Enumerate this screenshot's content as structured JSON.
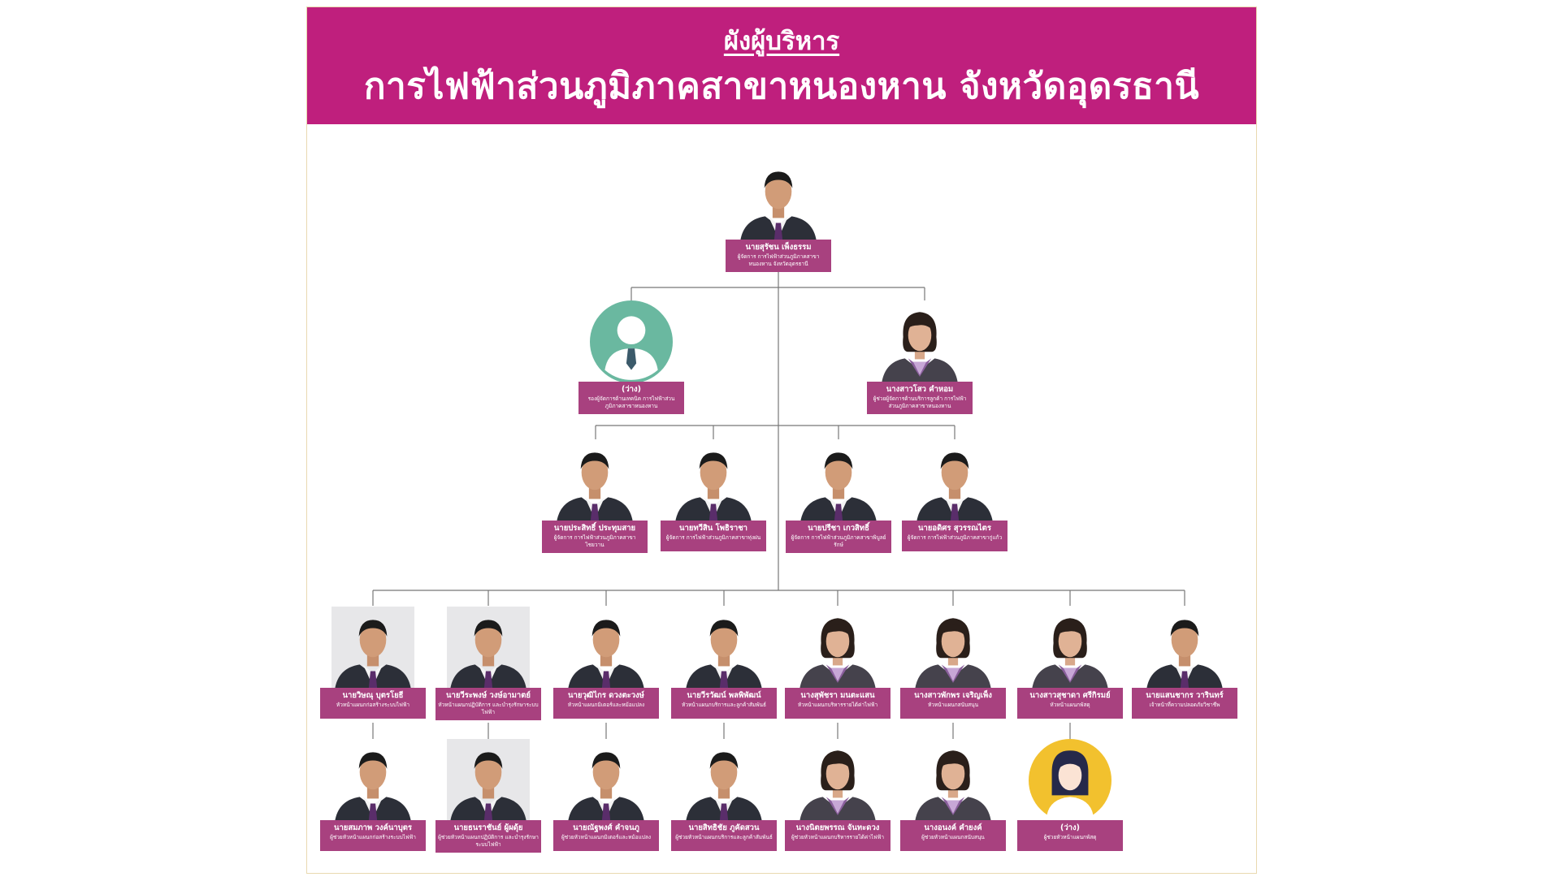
{
  "header": {
    "subtitle": "ผังผู้บริหาร",
    "title": "การไฟฟ้าส่วนภูมิภาคสาขาหนองหาน จังหวัดอุดรธานี"
  },
  "colors": {
    "banner": "#bf1f7d",
    "label": "#a8417f",
    "line": "#777777",
    "placeholder_male": "#6ab8a0",
    "placeholder_female": "#f2c12e"
  },
  "top": {
    "name": "นายสุรัชน เพ็งธรรม",
    "position": "ผู้จัดการ การไฟฟ้าส่วนภูมิภาคสาขาหนองหาน จังหวัดอุดรธานี",
    "photo": "male-photo"
  },
  "level2": [
    {
      "name": "(ว่าง)",
      "position": "รองผู้จัดการด้านเทคนิค การไฟฟ้าส่วนภูมิภาคสาขาหนองหาน",
      "photo": "vacant-male-icon"
    },
    {
      "name": "นางสาวโสว คำหอม",
      "position": "ผู้ช่วยผู้จัดการด้านบริการลูกค้า การไฟฟ้าส่วนภูมิภาคสาขาหนองหาน",
      "photo": "female-photo"
    }
  ],
  "level3": [
    {
      "name": "นายประสิทธิ์ ประทุมสาย",
      "position": "ผู้จัดการ การไฟฟ้าส่วนภูมิภาคสาขาไชยวาน",
      "photo": "male-photo"
    },
    {
      "name": "นายทวีสิน โพธิราชา",
      "position": "ผู้จัดการ การไฟฟ้าส่วนภูมิภาคสาขาทุ่งฝน",
      "photo": "male-photo"
    },
    {
      "name": "นายปรีชา เกวสิทธิ์",
      "position": "ผู้จัดการ การไฟฟ้าส่วนภูมิภาคสาขาพิบูลย์รักษ์",
      "photo": "male-photo"
    },
    {
      "name": "นายอดิศร สุวรรณไตร",
      "position": "ผู้จัดการ การไฟฟ้าส่วนภูมิภาคสาขากู่แก้ว",
      "photo": "male-photo"
    }
  ],
  "level4": [
    {
      "name": "นายวิษณุ บุตรโยธี",
      "position": "หัวหน้าแผนกก่อสร้างระบบไฟฟ้า",
      "photo": "male-photo"
    },
    {
      "name": "นายวีระพงษ์ วงษ์อามาตย์",
      "position": "หัวหน้าแผนกปฏิบัติการ และบำรุงรักษาระบบไฟฟ้า",
      "photo": "male-photo"
    },
    {
      "name": "นายวุฒิไกร ดวงตะวงษ์",
      "position": "หัวหน้าแผนกมิเตอร์และหม้อแปลง",
      "photo": "male-photo"
    },
    {
      "name": "นายวีรวัฒน์ พลพิพัฒน์",
      "position": "หัวหน้าแผนกบริการและลูกค้าสัมพันธ์",
      "photo": "male-photo"
    },
    {
      "name": "นางสุพัชรา มนตะแสน",
      "position": "หัวหน้าแผนกบริหารรายได้ค่าไฟฟ้า",
      "photo": "female-photo"
    },
    {
      "name": "นางสาวพักพร เจริญเพ็ง",
      "position": "หัวหน้าแผนกสนับสนุน",
      "photo": "female-photo"
    },
    {
      "name": "นางสาวสุชาดา ศรีกิรมย์",
      "position": "หัวหน้าแผนกพัสดุ",
      "photo": "female-photo"
    },
    {
      "name": "นายแสนชากร วารินทร์",
      "position": "เจ้าหน้าที่ความปลอดภัยวิชาชีพ",
      "photo": "male-photo"
    }
  ],
  "level5": [
    {
      "name": "นายสมภาพ วงค์นาบุตร",
      "position": "ผู้ช่วยหัวหน้าแผนกก่อสร้างระบบไฟฟ้า",
      "photo": "male-photo"
    },
    {
      "name": "นายธนราชันย์ ผู้ผดุ้ย",
      "position": "ผู้ช่วยหัวหน้าแผนกปฏิบัติการ และบำรุงรักษาระบบไฟฟ้า",
      "photo": "male-photo"
    },
    {
      "name": "นายณัฐพงศ์ คำจนภู",
      "position": "ผู้ช่วยหัวหน้าแผนกมิเตอร์และหม้อแปลง",
      "photo": "male-photo"
    },
    {
      "name": "นายสิทธิชัย ภูคัดสวน",
      "position": "ผู้ช่วยหัวหน้าแผนกบริการและลูกค้าสัมพันธ์",
      "photo": "male-photo"
    },
    {
      "name": "นางนิตยพรรณ จันทะดวง",
      "position": "ผู้ช่วยหัวหน้าแผนกบริหารรายได้ค่าไฟฟ้า",
      "photo": "female-photo"
    },
    {
      "name": "นางอนงค์ คำยงค์",
      "position": "ผู้ช่วยหัวหน้าแผนกสนับสนุน",
      "photo": "female-photo"
    },
    {
      "name": "(ว่าง)",
      "position": "ผู้ช่วยหัวหน้าแผนกพัสดุ",
      "photo": "vacant-female-icon"
    }
  ]
}
